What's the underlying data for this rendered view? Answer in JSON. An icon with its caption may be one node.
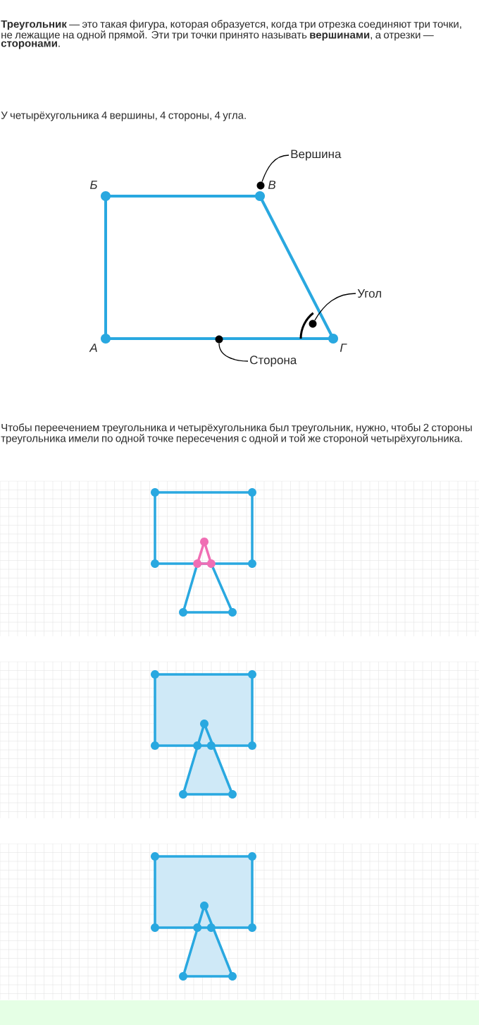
{
  "diagram": {
    "nodes": [
      {
        "text": [
          "Вершина"
        ]
      },
      {
        "text": [],
        "shape": "circle"
      },
      {
        "text": [
          "Угол"
        ]
      },
      {
        "text": [],
        "shape": "circle"
      },
      {
        "text": [
          "Сторона"
        ]
      },
      {
        "text": [],
        "shape": "circle"
      }
    ],
    "edges": [
      {
        "from": 0,
        "to": 1,
        "arrow": "none"
      },
      {
        "from": 2,
        "to": 3,
        "arrow": "none"
      },
      {
        "from": 4,
        "to": 5,
        "arrow": "none"
      }
    ],
    "labels": [
      "**Треугольник** — это такая фигура, которая образуется, когда три отрезка соединяют три точки, не лежащие на одной прямой. Эти три точки принято называть **вершинами**, а отрезки — **сторонами**.",
      "У четырёхугольника 4 вершины, 4 стороны, 4 угла.",
      "Б",
      "В",
      "А",
      "Г",
      "Чтобы переечением треугольника и четырёхугольника был треугольник, нужно, чтобы 2 стороны треугольника имели по одной точке пересечения с одной и той же стороной четырёхугольника."
    ]
  }
}
